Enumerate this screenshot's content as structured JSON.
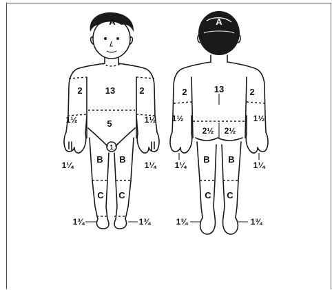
{
  "front": {
    "head": "A",
    "chest": "13",
    "upper_arm_left": "2",
    "upper_arm_right": "2",
    "forearm_left": "1½",
    "forearm_right": "1½",
    "abdomen": "5",
    "genitals": "1",
    "hand_left": "1¼",
    "hand_right": "1¼",
    "thigh_left": "B",
    "thigh_right": "B",
    "leg_left": "C",
    "leg_right": "C",
    "foot_left": "1¾",
    "foot_right": "1¾"
  },
  "back": {
    "head": "A",
    "back": "13",
    "upper_arm_left": "2",
    "upper_arm_right": "2",
    "forearm_left": "1½",
    "forearm_right": "1½",
    "buttock_left": "2½",
    "buttock_right": "2½",
    "hand_left": "1¼",
    "hand_right": "1¼",
    "thigh_left": "B",
    "thigh_right": "B",
    "leg_left": "C",
    "leg_right": "C",
    "foot_left": "1¾",
    "foot_right": "1¾"
  }
}
